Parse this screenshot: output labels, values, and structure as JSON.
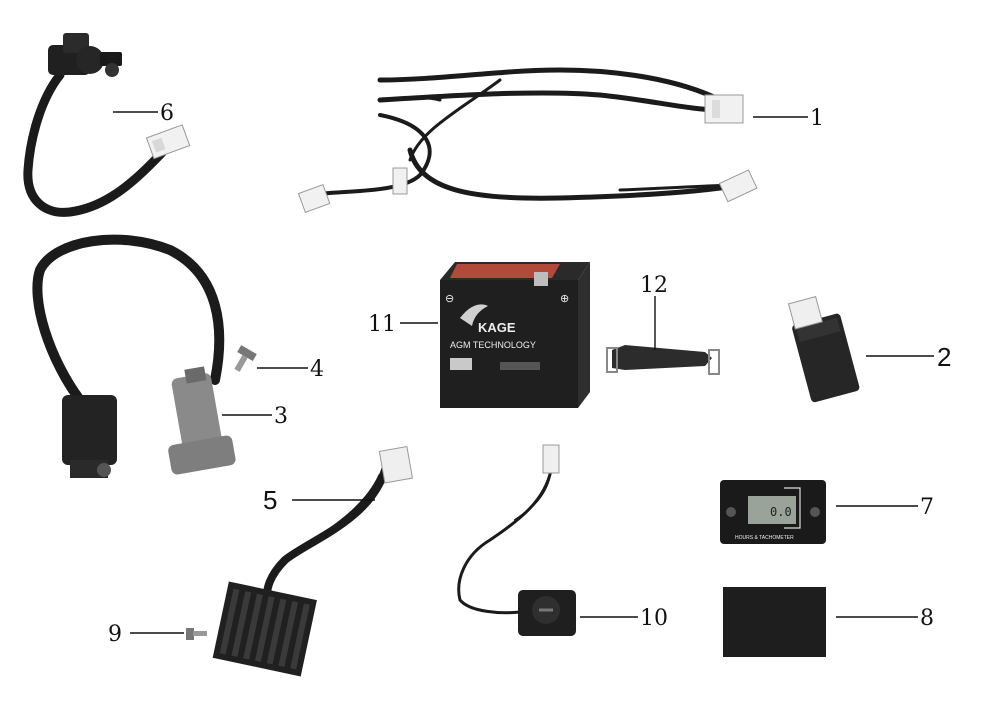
{
  "callouts": [
    {
      "id": "1",
      "label": "1"
    },
    {
      "id": "2",
      "label": "2"
    },
    {
      "id": "3",
      "label": "3"
    },
    {
      "id": "4",
      "label": "4"
    },
    {
      "id": "5",
      "label": "5"
    },
    {
      "id": "6",
      "label": "6"
    },
    {
      "id": "7",
      "label": "7"
    },
    {
      "id": "8",
      "label": "8"
    },
    {
      "id": "9",
      "label": "9"
    },
    {
      "id": "10",
      "label": "10"
    },
    {
      "id": "11",
      "label": "11"
    },
    {
      "id": "12",
      "label": "12"
    }
  ],
  "battery": {
    "brand": "KAGE",
    "technology": "AGM TECHNOLOGY",
    "minus_symbol": "⊖",
    "plus_symbol": "⊕"
  },
  "hour_meter": {
    "display_value": "0.0",
    "caption": "HOURS & TACHOMETER"
  },
  "colors": {
    "wire": "#1b1b1b",
    "wire_green": "#3a8a6a",
    "wire_blue": "#3b56b0",
    "connector": "#f1f1f1",
    "battery_body": "#1f1f1f",
    "battery_top": "#b24a3a",
    "pad": "#1e1e1e"
  }
}
